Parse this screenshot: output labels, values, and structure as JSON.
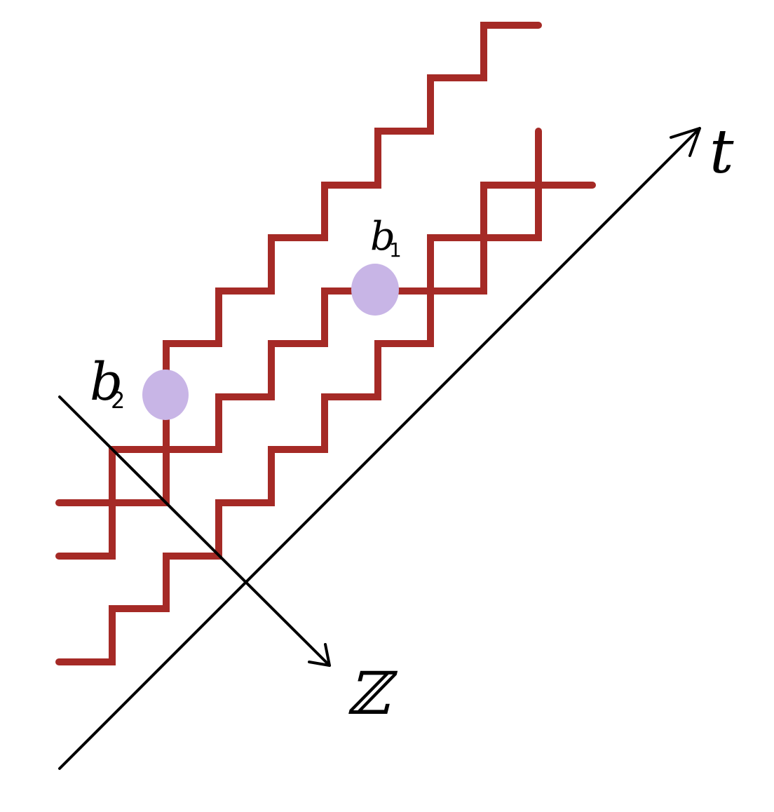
{
  "colors": {
    "path": "#a52a26",
    "axis": "#000000",
    "dot": "#c8b5e6",
    "background": "#ffffff"
  },
  "axes": {
    "t_label": "t",
    "z_label": "ℤ"
  },
  "points": {
    "b1": {
      "letter": "b",
      "sub": "1"
    },
    "b2": {
      "letter": "b",
      "sub": "2"
    }
  }
}
